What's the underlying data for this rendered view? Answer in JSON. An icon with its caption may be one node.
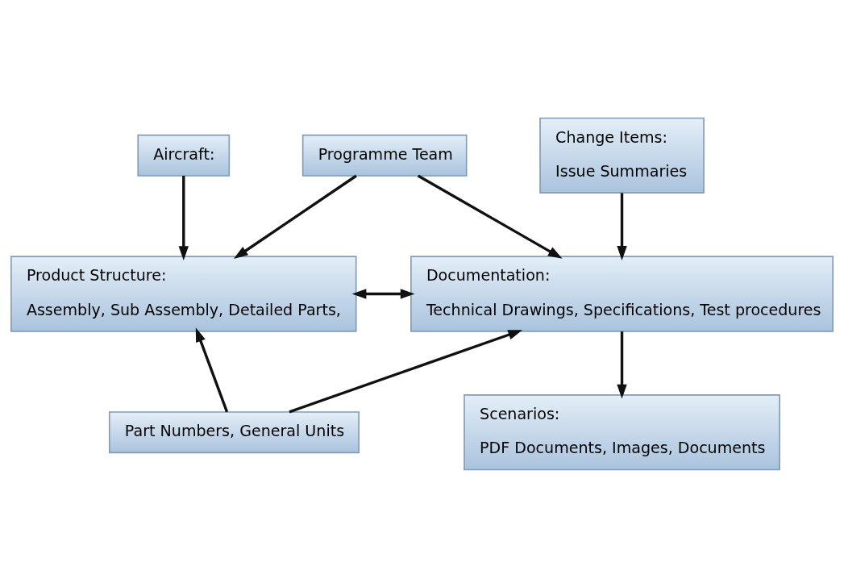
{
  "diagram": {
    "nodes": [
      {
        "text": [
          "Aircraft:"
        ]
      },
      {
        "text": [
          "Programme Team"
        ]
      },
      {
        "text": [
          "Change Items:",
          "Issue Summaries"
        ]
      },
      {
        "text": [
          "Product Structure:",
          "Assembly, Sub Assembly, Detailed Parts,"
        ]
      },
      {
        "text": [
          "Documentation:",
          "Technical Drawings, Specifications, Test procedures"
        ]
      },
      {
        "text": [
          "Part Numbers, General Units"
        ]
      },
      {
        "text": [
          "Scenarios:",
          "PDF Documents, Images, Documents"
        ]
      }
    ],
    "edges": [
      {
        "from": 0,
        "to": 3,
        "arrow": "to"
      },
      {
        "from": 1,
        "to": 3,
        "arrow": "to"
      },
      {
        "from": 1,
        "to": 4,
        "arrow": "to"
      },
      {
        "from": 2,
        "to": 4,
        "arrow": "to"
      },
      {
        "from": 3,
        "to": 4,
        "arrow": "both"
      },
      {
        "from": 5,
        "to": 3,
        "arrow": "to"
      },
      {
        "from": 5,
        "to": 4,
        "arrow": "to"
      },
      {
        "from": 4,
        "to": 6,
        "arrow": "to"
      }
    ]
  }
}
